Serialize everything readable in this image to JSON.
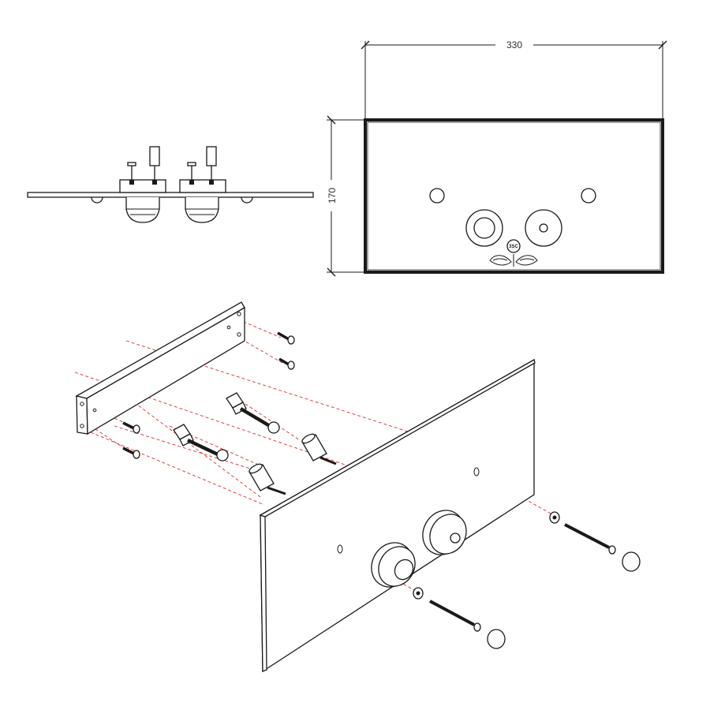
{
  "dimensions": {
    "width_label": "330",
    "height_label": "170"
  },
  "logo": {
    "text": "3SC"
  },
  "colors": {
    "line": "#1a1a1a",
    "assembly_guide": "#d9302c",
    "background": "#ffffff"
  },
  "icons": {
    "screw": "wall-screw-icon",
    "bolt": "long-bolt-icon",
    "cap": "dome-cap-icon",
    "button": "flush-button-icon"
  }
}
